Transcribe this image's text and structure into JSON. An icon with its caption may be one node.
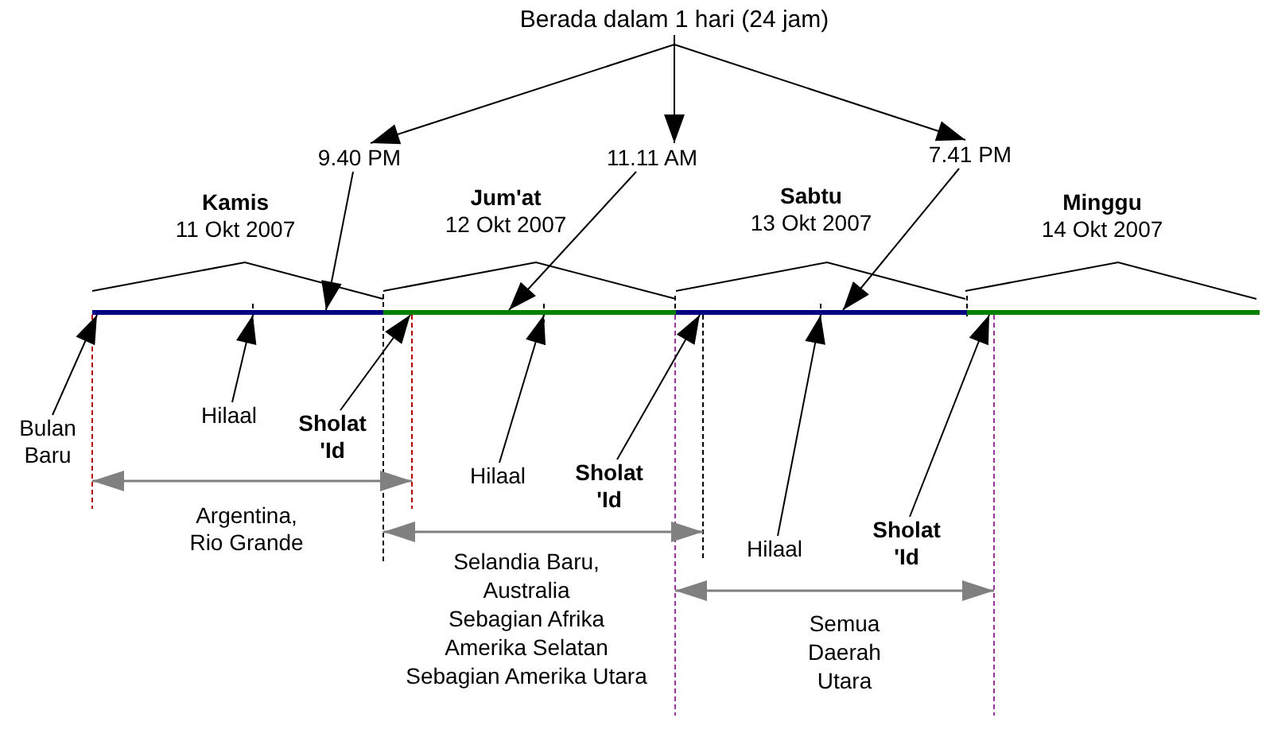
{
  "diagram": {
    "nodes": [
      {
        "text": [
          "Berada dalam 1 hari (24 jam)"
        ]
      },
      {
        "text": [
          "9.40 PM"
        ]
      },
      {
        "text": [
          "11.11 AM"
        ]
      },
      {
        "text": [
          "7.41 PM"
        ]
      },
      {
        "text": [],
        "shape": "bar"
      },
      {
        "text": [
          "Bulan Baru"
        ]
      },
      {
        "text": [
          "Hilaal"
        ]
      },
      {
        "text": [
          "Sholat 'Id"
        ]
      },
      {
        "text": [
          "Hilaal"
        ]
      },
      {
        "text": [
          "Sholat 'Id"
        ]
      },
      {
        "text": [
          "Hilaal"
        ]
      },
      {
        "text": [
          "Sholat 'Id"
        ]
      }
    ],
    "edges": [
      {
        "from": 0,
        "to": 1,
        "arrow": "to"
      },
      {
        "from": 0,
        "to": 2,
        "arrow": "to"
      },
      {
        "from": 0,
        "to": 3,
        "arrow": "to"
      },
      {
        "from": 1,
        "to": 4,
        "arrow": "to"
      },
      {
        "from": 2,
        "to": 4,
        "arrow": "to"
      },
      {
        "from": 3,
        "to": 4,
        "arrow": "to"
      },
      {
        "from": 5,
        "to": 4,
        "arrow": "to"
      },
      {
        "from": 6,
        "to": 4,
        "arrow": "to"
      },
      {
        "from": 7,
        "to": 4,
        "arrow": "to"
      },
      {
        "from": 8,
        "to": 4,
        "arrow": "to"
      },
      {
        "from": 9,
        "to": 4,
        "arrow": "to"
      },
      {
        "from": 10,
        "to": 4,
        "arrow": "to"
      },
      {
        "from": 11,
        "to": 4,
        "arrow": "to"
      }
    ],
    "labels": [
      "Kamis",
      "11 Okt 2007",
      "Jum'at",
      "12 Okt 2007",
      "Sabtu",
      "13 Okt 2007",
      "Minggu",
      "14 Okt 2007",
      "Argentina, Rio Grande",
      "Selandia Baru, Australia Sebagian Afrika Amerika Selatan Sebagian Amerika Utara",
      "Semua Daerah Utara"
    ]
  }
}
